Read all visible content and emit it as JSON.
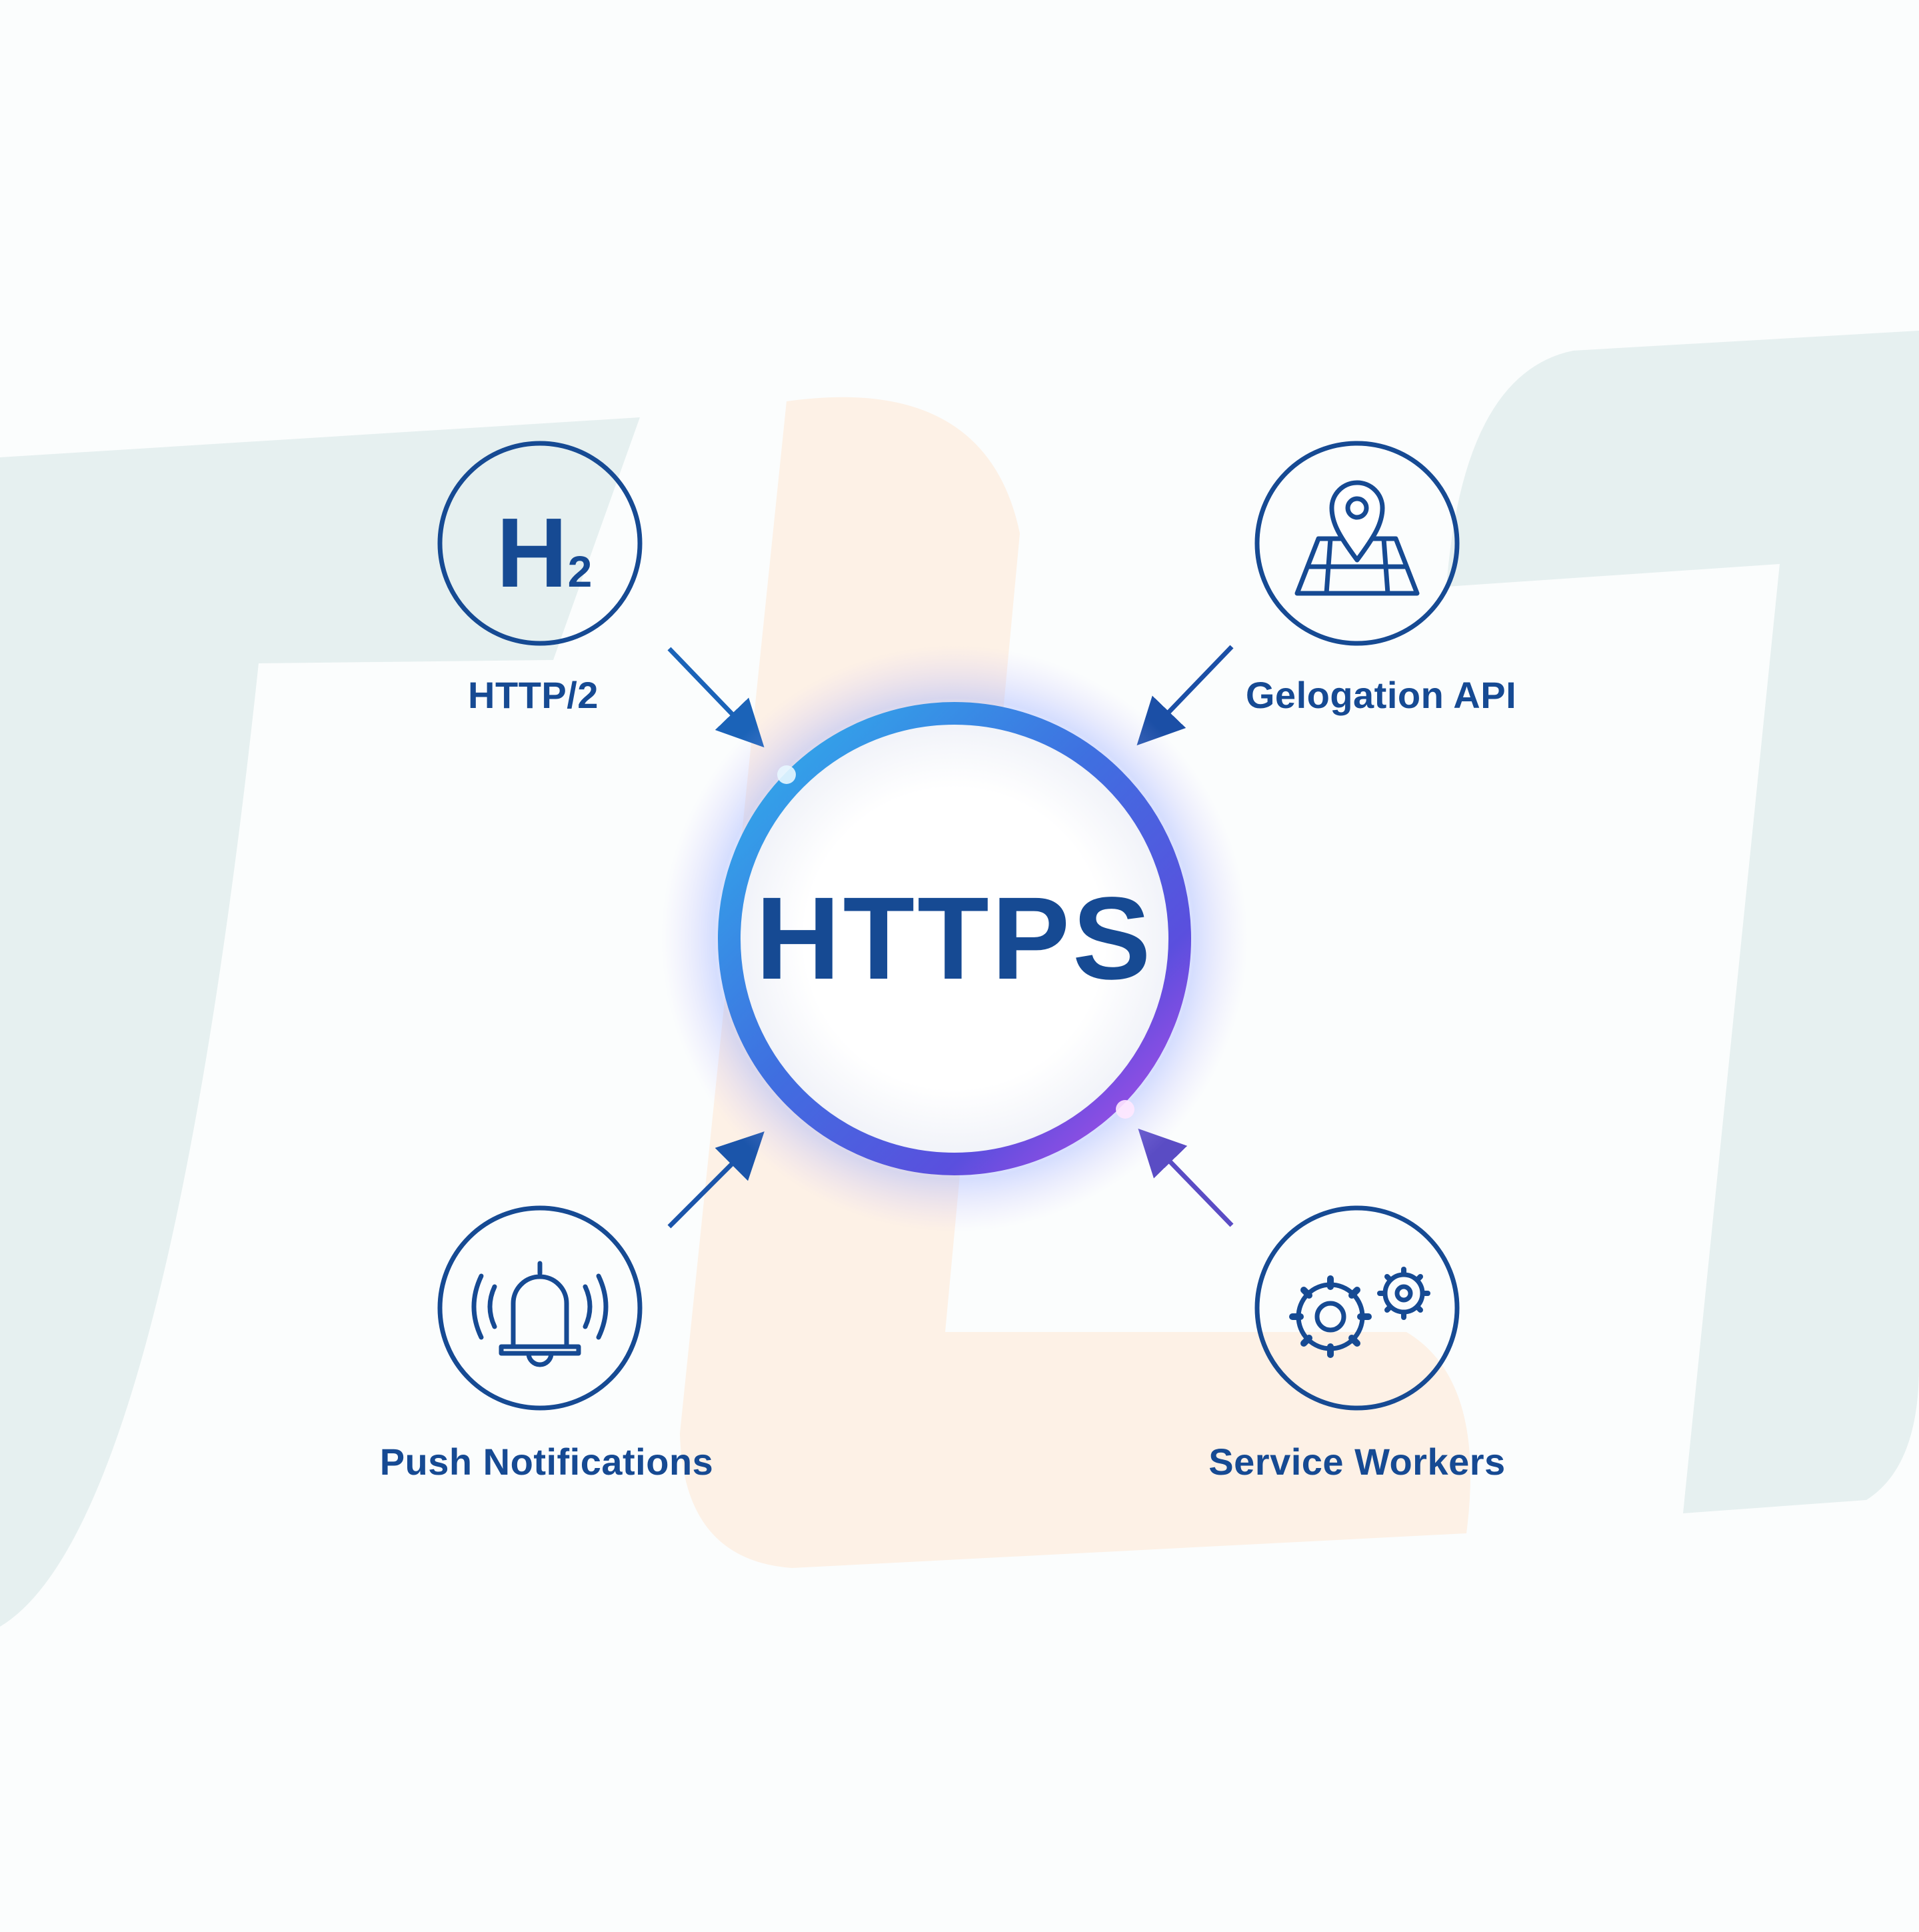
{
  "center": {
    "title": "HTTPS"
  },
  "nodes": [
    {
      "id": "http2",
      "label": "HTTP/2",
      "icon": "h2-icon",
      "icon_text": "H",
      "icon_sub": "2"
    },
    {
      "id": "geolocation",
      "label": "Gelogation API",
      "icon": "map-pin-icon"
    },
    {
      "id": "push",
      "label": "Push Notifications",
      "icon": "bell-icon"
    },
    {
      "id": "workers",
      "label": "Service Workers",
      "icon": "gears-icon"
    }
  ],
  "colors": {
    "primary": "#164a93",
    "ring_start": "#2aa6e8",
    "ring_mid": "#4a5ee0",
    "ring_end": "#b74be6",
    "bg_teal": "#e6f0f0",
    "bg_peach": "#fdf1e6"
  }
}
